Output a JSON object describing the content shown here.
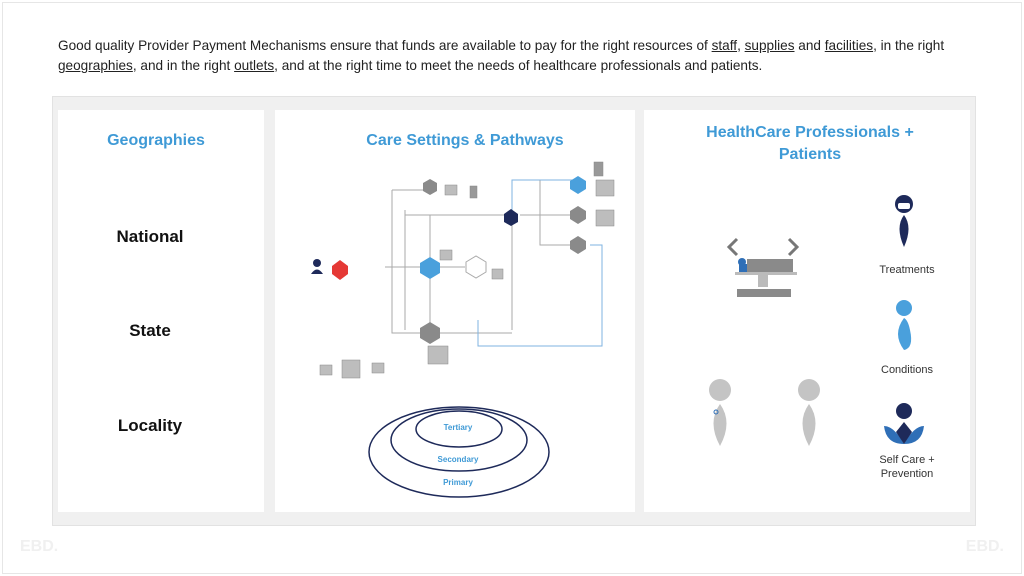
{
  "intro": {
    "p1": "Good quality Provider Payment Mechanisms ensure that funds are available to pay for the right resources of ",
    "staff": "staff",
    "c1": ", ",
    "supplies": "supplies",
    "and": " and ",
    "facilities": "facilities",
    "p2": ", in the right ",
    "geographies": "geographies",
    "p3": ", and in the right ",
    "outlets": "outlets",
    "p4": ", and at the right time to meet the needs of healthcare professionals and patients."
  },
  "geographies": {
    "title": "Geographies",
    "levels": [
      "National",
      "State",
      "Locality"
    ]
  },
  "care": {
    "title": "Care Settings & Pathways",
    "rings": [
      "Tertiary",
      "Secondary",
      "Primary"
    ]
  },
  "hcp": {
    "title_line1": "HealthCare Professionals +",
    "title_line2": "Patients",
    "items": [
      "Treatments",
      "Conditions",
      "Self Care +",
      "Prevention"
    ]
  },
  "watermark": "EBD.",
  "colors": {
    "accent": "#3f9ad6",
    "navy": "#1e2a5a",
    "red": "#e53935",
    "gray": "#9e9e9e"
  }
}
